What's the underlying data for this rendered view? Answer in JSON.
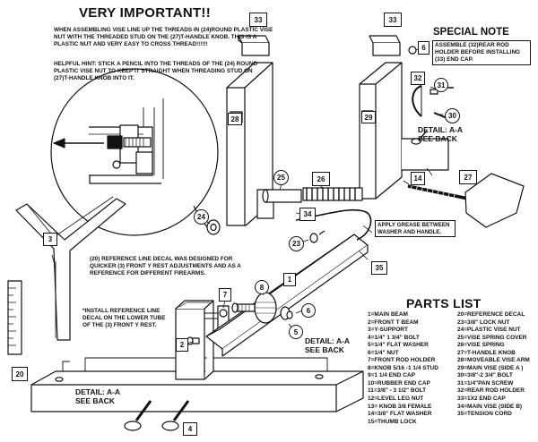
{
  "header": {
    "title": "VERY IMPORTANT!!",
    "warning": "WHEN ASSEMBLING VISE LINE UP THE THREADS IN (24)ROUND PLASTIC VISE NUT WITH THE THREADED STUD ON THE (27)T-HANDLE KNOB. THIS IS A PLASTIC NUT AND VERY EASY TO CROSS THREAD!!!!!!",
    "hint": "HELPFUL HINT: STICK A PENCIL INTO THE THREADS OF THE (24) ROUND PLASTIC VISE NUT TO KEEP IT STRAIGHT WHEN THREADING STUD ON (27)T-HANDLE KNOB INTO IT."
  },
  "special_note": {
    "title": "SPECIAL NOTE",
    "body": "ASSEMBLE (32)REAR ROD HOLDER BEFORE INSTALLING (33) END CAP."
  },
  "notes": {
    "detail_1": "DETAIL: A-A SEE BACK",
    "detail_2": "DETAIL: A-A SEE BACK",
    "detail_3": "DETAIL: A-A SEE BACK",
    "grease": "APPLY GREASE BETWEEN WASHER AND HANDLE.",
    "reference": "(20) REFERENCE LINE DECAL WAS DESIGNED FOR QUICKER (3) FRONT Y REST ADJUSTMENTS AND AS A REFERENCE FOR DIFFERENT FIREARMS.",
    "install": "*INSTALL REFERENCE LINE DECAL ON THE LOWER TUBE OF THE (3) FRONT Y REST."
  },
  "callouts": {
    "c1": "1",
    "c2": "2",
    "c3": "3",
    "c4": "4",
    "c5": "5",
    "c6a": "6",
    "c6b": "6",
    "c7": "7",
    "c8": "8",
    "c20": "20",
    "c23": "23",
    "c24": "24",
    "c25": "25",
    "c26": "26",
    "c27": "27",
    "c28": "28",
    "c29": "29",
    "c30": "30",
    "c31": "31",
    "c32": "32",
    "c33a": "33",
    "c33b": "33",
    "c34": "34",
    "c35": "35",
    "c14": "14"
  },
  "parts_list": {
    "title": "PARTS LIST",
    "left": [
      "1=MAIN BEAM",
      "2=FRONT T BEAM",
      "3=Y-SUPPORT",
      "4=1/4\" 1 3/4\" BOLT",
      "5=1/4\" FLAT WASHER",
      "6=1/4\" NUT",
      "7=FRONT ROD HOLDER",
      "8=KNOB 5/16 -1 1/4 STUD",
      "9=1 1/4 END CAP",
      "10=RUBBER END CAP",
      "11=3/8\" - 3 1/2\" BOLT",
      "12=LEVEL LEG NUT",
      "13= KNOB 3/8 FEMALE",
      "14=3/8\" FLAT WASHER",
      "15=THUMB LOCK"
    ],
    "right": [
      "20=REFERENCE DECAL",
      "23=3/8\" LOCK NUT",
      "24=PLASTIC VISE NUT",
      "25=VISE SPRING COVER",
      "26=VISE SPRING",
      "27=T-HANDLE KNOB",
      "28=MOVEABLE VISE ARM",
      "29=MAIN VISE (SIDE A )",
      "30=3/8\"-2 3/4\" BOLT",
      "31=1/4\"PAN SCREW",
      "32=REAR ROD HOLDER",
      "33=1X2 END CAP",
      "34=MAIN VISE (SIDE B)",
      "35=TENSION CORD"
    ]
  }
}
